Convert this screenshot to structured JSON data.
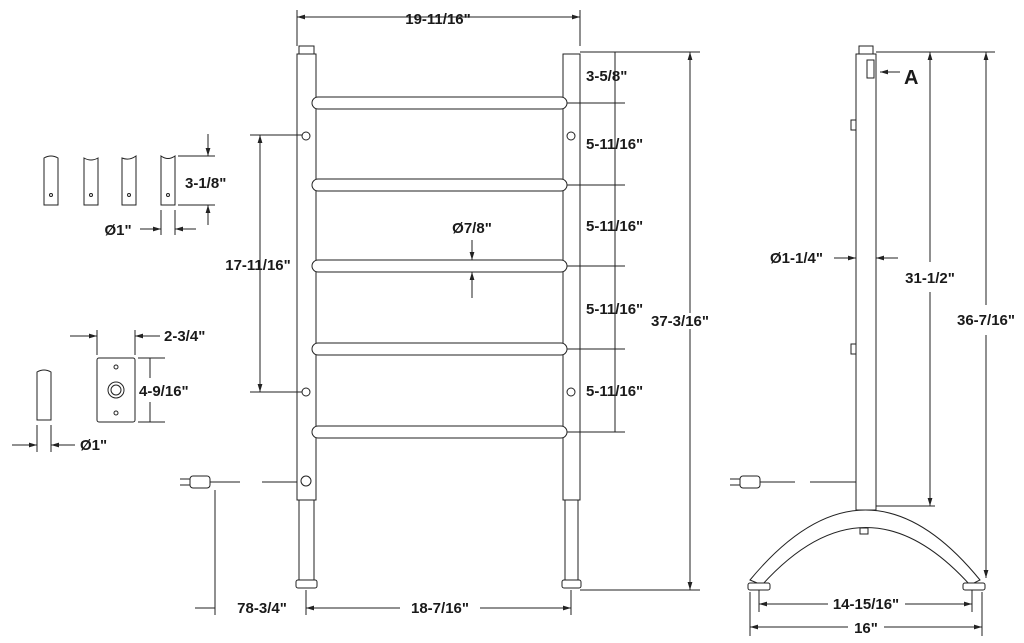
{
  "front_view": {
    "overall_width": "19-11/16\"",
    "top_to_first_bar": "3-5/8\"",
    "bar_spacings": [
      "5-11/16\"",
      "5-11/16\"",
      "5-11/16\"",
      "5-11/16\""
    ],
    "bar_diameter": "Ø7/8\"",
    "mount_spacing": "17-11/16\"",
    "overall_height": "37-3/16\"",
    "cord_length": "78-3/4\"",
    "leg_spacing": "18-7/16\""
  },
  "details": {
    "tube_cut_height": "3-1/8\"",
    "tube_diameter": "Ø1\"",
    "plate_width": "2-3/4\"",
    "plate_height": "4-9/16\"",
    "post_diameter": "Ø1\""
  },
  "side_view": {
    "callout": "A",
    "post_diameter": "Ø1-1/4\"",
    "post_height": "31-1/2\"",
    "overall_height": "36-7/16\"",
    "foot_spacing": "14-15/16\"",
    "base_width": "16\""
  }
}
